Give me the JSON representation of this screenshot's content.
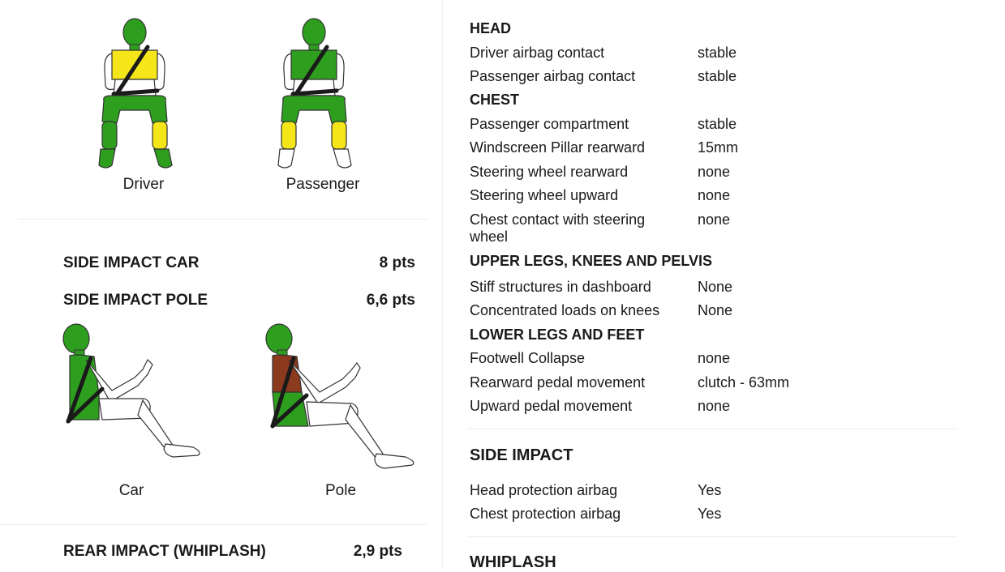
{
  "left": {
    "frontal_dummies": [
      {
        "caption": "Driver"
      },
      {
        "caption": "Passenger"
      }
    ],
    "side_impact_car": {
      "label": "SIDE IMPACT CAR",
      "points": "8 pts"
    },
    "side_impact_pole": {
      "label": "SIDE IMPACT POLE",
      "points": "6,6 pts"
    },
    "side_dummies": [
      {
        "caption": "Car"
      },
      {
        "caption": "Pole"
      }
    ],
    "rear_impact": {
      "label": "REAR IMPACT (WHIPLASH)",
      "points": "2,9 pts"
    }
  },
  "colors": {
    "good": "#2e9e1f",
    "adequate": "#f5e61a",
    "marginal": "#8b3a1e",
    "belt": "#1a1a1a"
  },
  "right": {
    "head": {
      "title": "HEAD",
      "rows": [
        {
          "label": "Driver airbag contact",
          "value": "stable"
        },
        {
          "label": "Passenger airbag contact",
          "value": "stable"
        }
      ]
    },
    "chest": {
      "title": "CHEST",
      "rows": [
        {
          "label": "Passenger compartment",
          "value": "stable"
        },
        {
          "label": "Windscreen Pillar rearward",
          "value": "15mm"
        },
        {
          "label": "Steering wheel rearward",
          "value": "none"
        },
        {
          "label": "Steering wheel upward",
          "value": "none"
        },
        {
          "label": "Chest contact with steering wheel",
          "value": "none"
        }
      ]
    },
    "upper_legs": {
      "title": "UPPER LEGS, KNEES AND PELVIS",
      "rows": [
        {
          "label": "Stiff structures in dashboard",
          "value": "None"
        },
        {
          "label": "Concentrated loads on knees",
          "value": "None"
        }
      ]
    },
    "lower_legs": {
      "title": "LOWER LEGS AND FEET",
      "rows": [
        {
          "label": "Footwell Collapse",
          "value": "none"
        },
        {
          "label": "Rearward pedal movement",
          "value": "clutch - 63mm"
        },
        {
          "label": "Upward pedal movement",
          "value": "none"
        }
      ]
    },
    "side_impact": {
      "title": "SIDE IMPACT",
      "rows": [
        {
          "label": "Head protection airbag",
          "value": "Yes"
        },
        {
          "label": "Chest protection airbag",
          "value": "Yes"
        }
      ]
    },
    "whiplash": {
      "title": "WHIPLASH"
    }
  }
}
